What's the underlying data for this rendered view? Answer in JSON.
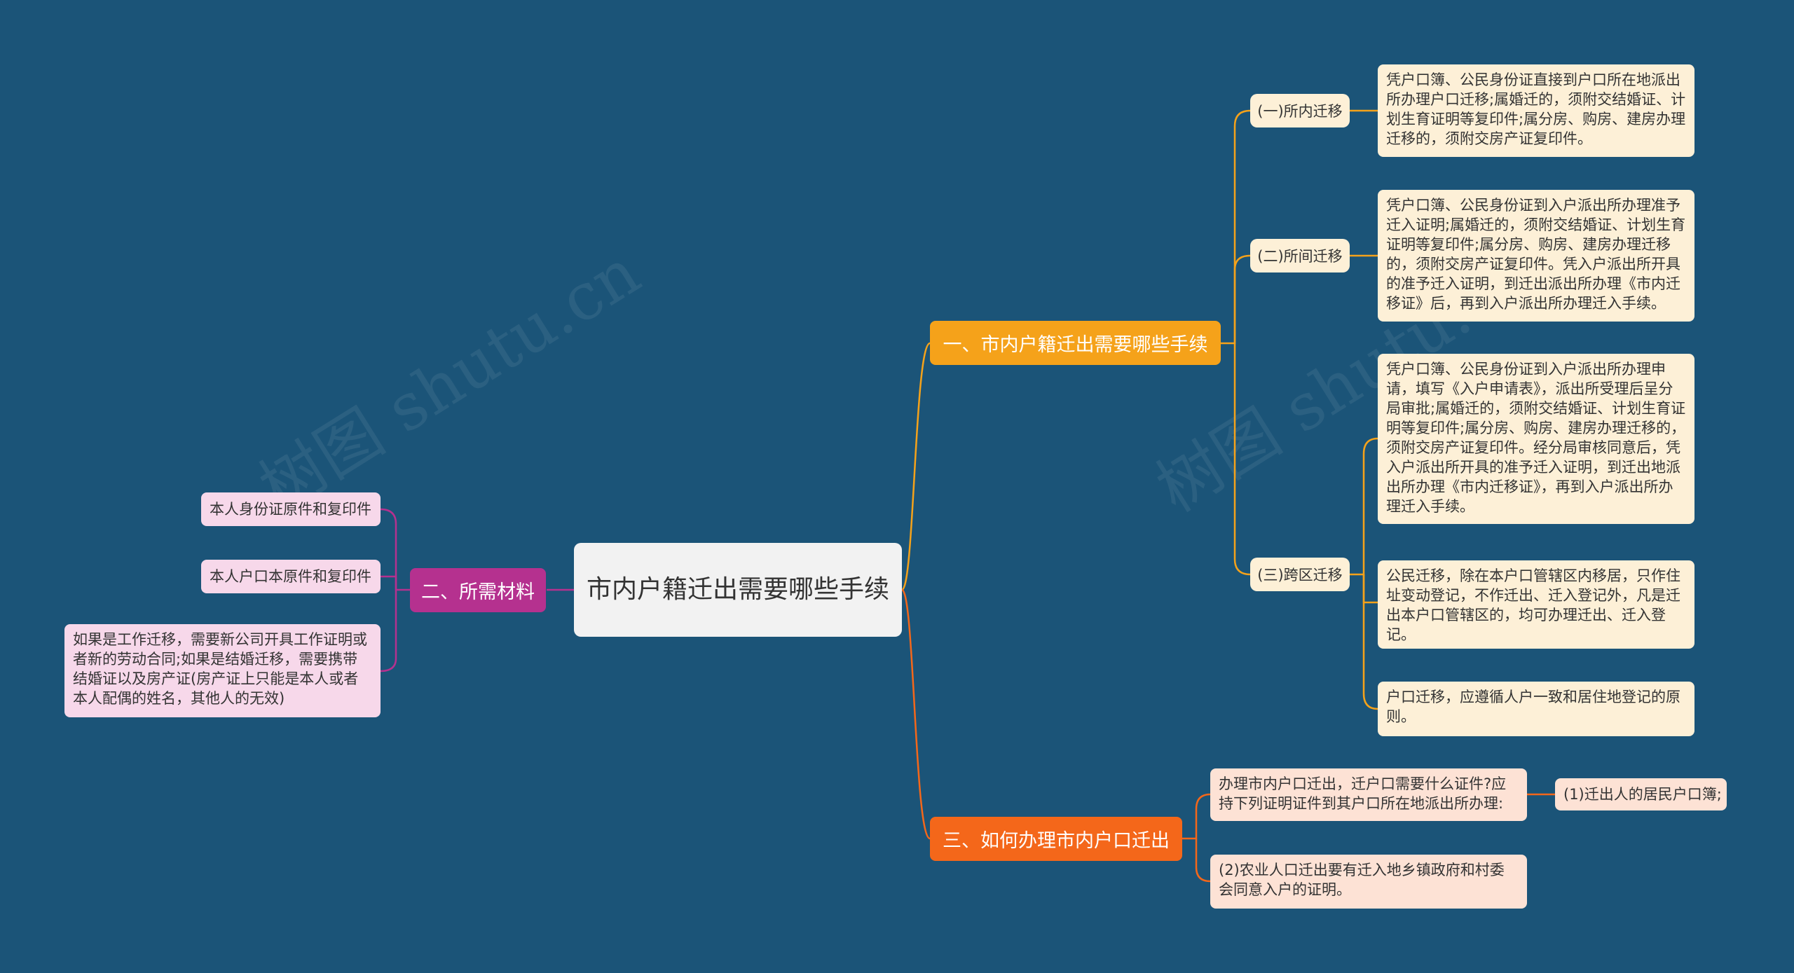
{
  "center": {
    "label": "市内户籍迁出需要哪些手续"
  },
  "branch1": {
    "label": "一、市内户籍迁出需要哪些手续",
    "children": [
      {
        "label": "(一)所内迁移",
        "leaves": [
          "凭户口簿、公民身份证直接到户口所在地派出所办理户口迁移;属婚迁的，须附交结婚证、计划生育证明等复印件;属分房、购房、建房办理迁移的，须附交房产证复印件。"
        ]
      },
      {
        "label": "(二)所间迁移",
        "leaves": [
          "凭户口簿、公民身份证到入户派出所办理准予迁入证明;属婚迁的，须附交结婚证、计划生育证明等复印件;属分房、购房、建房办理迁移的，须附交房产证复印件。凭入户派出所开具的准予迁入证明，到迁出派出所办理《市内迁移证》后，再到入户派出所办理迁入手续。"
        ]
      },
      {
        "label": "(三)跨区迁移",
        "leaves": [
          "凭户口簿、公民身份证到入户派出所办理申请，填写《入户申请表》，派出所受理后呈分局审批;属婚迁的，须附交结婚证、计划生育证明等复印件;属分房、购房、建房办理迁移的，须附交房产证复印件。经分局审核同意后，凭入户派出所开具的准予迁入证明，到迁出地派出所办理《市内迁移证》，再到入户派出所办理迁入手续。",
          "公民迁移，除在本户口管辖区内移居，只作住址变动登记，不作迁出、迁入登记外，凡是迁出本户口管辖区的，均可办理迁出、迁入登记。",
          "户口迁移，应遵循人户一致和居住地登记的原则。"
        ]
      }
    ]
  },
  "branch2": {
    "label": "二、所需材料",
    "leaves": [
      "本人身份证原件和复印件",
      "本人户口本原件和复印件",
      "如果是工作迁移，需要新公司开具工作证明或者新的劳动合同;如果是结婚迁移，需要携带结婚证以及房产证(房产证上只能是本人或者本人配偶的姓名，其他人的无效)"
    ]
  },
  "branch3": {
    "label": "三、如何办理市内户口迁出",
    "leaves": [
      "办理市内户口迁出，迁户口需要什么证件?应持下列证明证件到其户口所在地派出所办理:",
      "(2)农业人口迁出要有迁入地乡镇政府和村委会同意入户的证明。"
    ],
    "subleaf": "(1)迁出人的居民户口簿;"
  },
  "watermark": "树图 shutu.cn",
  "colors": {
    "background": "#1b5478",
    "branch1": "#f5a21a",
    "branch2": "#b5318f",
    "branch3": "#f4671a",
    "leaf_orange": "#fdf0d7",
    "leaf_pink": "#f7d8ea",
    "leaf_peach": "#fde2d5"
  }
}
